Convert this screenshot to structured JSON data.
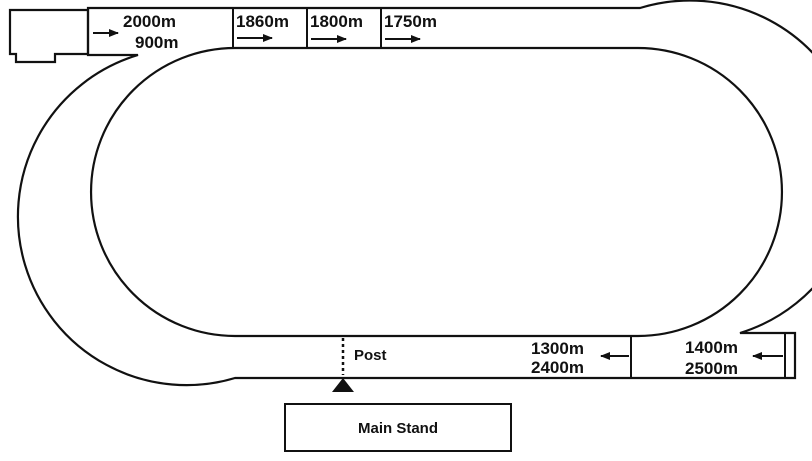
{
  "colors": {
    "ink": "#111111",
    "background": "#ffffff"
  },
  "start_points": {
    "chute_2000": "2000m",
    "chute_900": "900m",
    "s1860": "1860m",
    "s1800": "1800m",
    "s1750": "1750m",
    "s1300": "1300m",
    "s2400": "2400m",
    "s1400": "1400m",
    "s2500": "2500m"
  },
  "post_label": "Post",
  "main_stand_label": "Main Stand"
}
